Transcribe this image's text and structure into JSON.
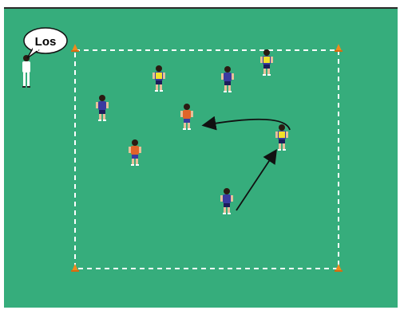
{
  "colors": {
    "pitch": "#36ad7c",
    "field_lines": "#ffffff",
    "cone": "#f08a1c",
    "team_blue_shirt": "#3a3aa0",
    "team_orange_shirt": "#e0642a",
    "bib_yellow": "#f2e22a",
    "coach": "#ffffff",
    "arrow": "#111111"
  },
  "coach": {
    "speech_bubble": "Los"
  },
  "players": [
    {
      "id": "p1",
      "team": "blue",
      "bib": "yellow"
    },
    {
      "id": "p2",
      "team": "blue",
      "bib": "yellow"
    },
    {
      "id": "p3",
      "team": "blue",
      "bib": "none"
    },
    {
      "id": "p4",
      "team": "blue",
      "bib": "none"
    },
    {
      "id": "p5",
      "team": "orange",
      "bib": "none"
    },
    {
      "id": "p6",
      "team": "orange",
      "bib": "none"
    },
    {
      "id": "p7",
      "team": "blue",
      "bib": "yellow"
    },
    {
      "id": "p8",
      "team": "blue",
      "bib": "none"
    }
  ],
  "cones": 4,
  "arrows": [
    {
      "id": "pass-1",
      "type": "pass"
    },
    {
      "id": "pass-2",
      "type": "pass"
    }
  ]
}
